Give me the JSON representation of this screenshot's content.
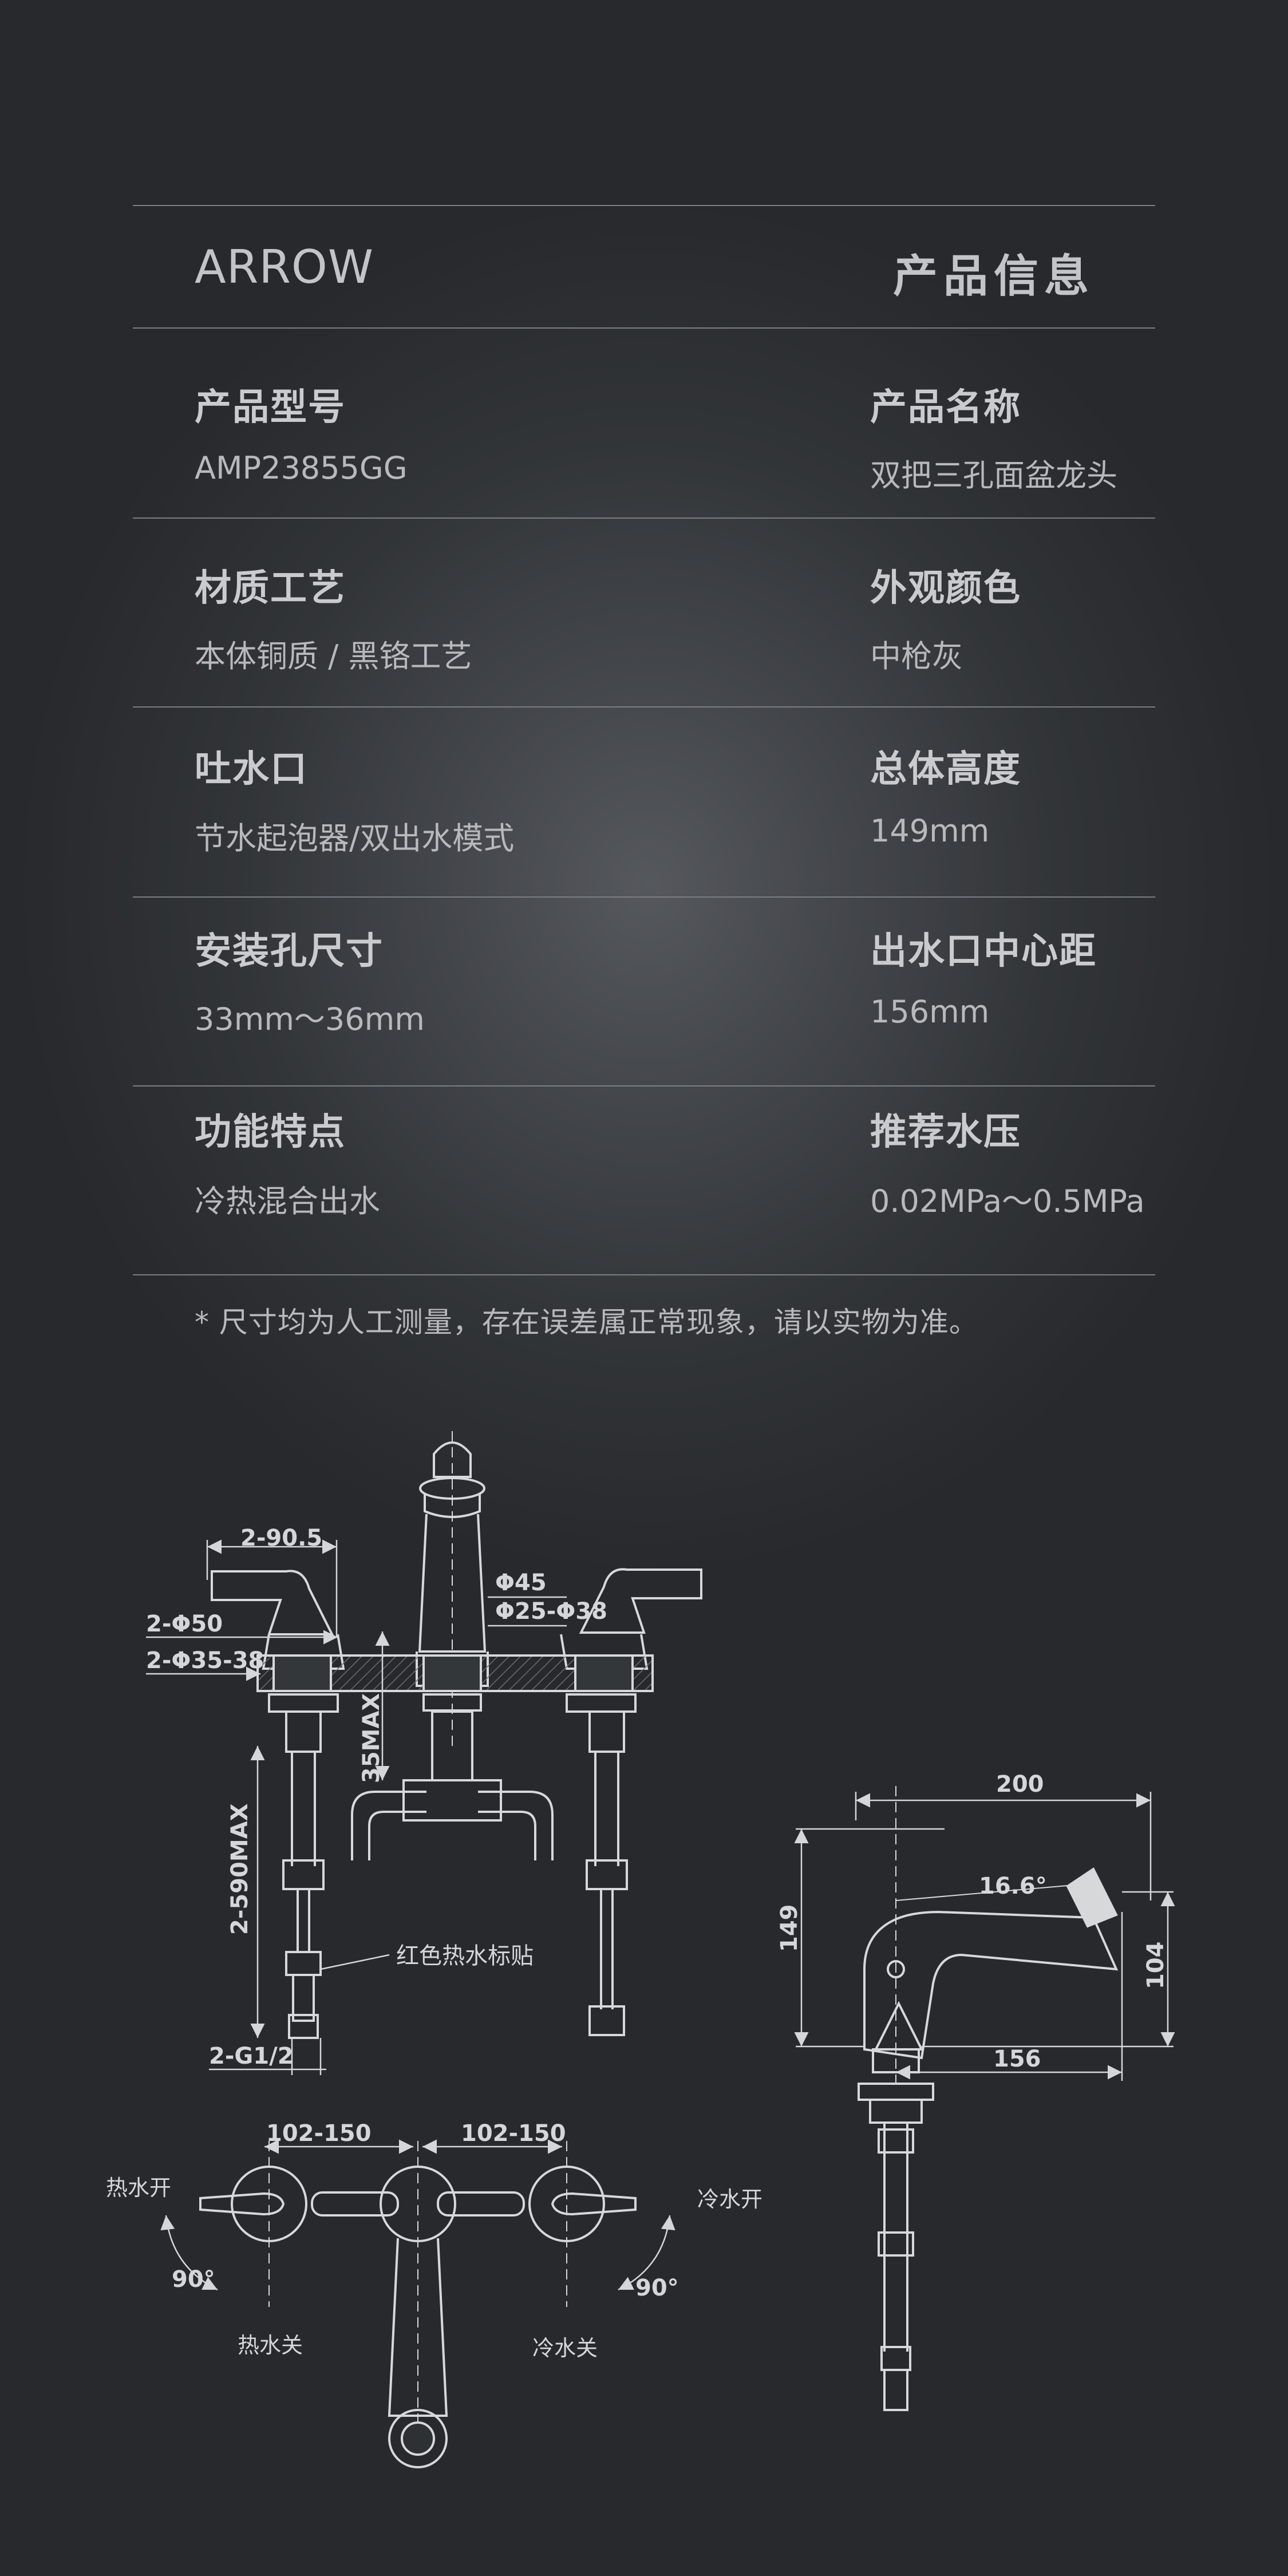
{
  "header": {
    "brand": "ARROW",
    "title": "产品信息"
  },
  "specs": [
    {
      "left_label": "产品型号",
      "left_value": "AMP23855GG",
      "right_label": "产品名称",
      "right_value": "双把三孔面盆龙头"
    },
    {
      "left_label": "材质工艺",
      "left_value": "本体铜质 / 黑铬工艺",
      "right_label": "外观颜色",
      "right_value": "中枪灰"
    },
    {
      "left_label": "吐水口",
      "left_value": "节水起泡器/双出水模式",
      "right_label": "总体高度",
      "right_value": "149mm"
    },
    {
      "left_label": "安装孔尺寸",
      "left_value": "33mm～36mm",
      "right_label": "出水口中心距",
      "right_value": "156mm"
    },
    {
      "left_label": "功能特点",
      "left_value": "冷热混合出水",
      "right_label": "推荐水压",
      "right_value": "0.02MPa～0.5MPa"
    }
  ],
  "note": "* 尺寸均为人工测量，存在误差属正常现象，请以实物为准。",
  "drawing": {
    "front": {
      "d_handle": "2-90.5",
      "d_hole": "2-Φ50",
      "d_hole_range": "2-Φ35-38",
      "d_spout_base": "Φ45",
      "d_spout_hole": "Φ25-Φ38",
      "d_deck": "35MAX",
      "d_hose": "2-590MAX",
      "d_thread": "2-G1/2",
      "red_label": "红色热水标贴"
    },
    "side": {
      "d_width": "200",
      "d_height": "149",
      "d_angle": "16.6°",
      "d_outlet_h": "104",
      "d_outlet_dist": "156"
    },
    "top": {
      "d_left": "102-150",
      "d_right": "102-150",
      "hot_on": "热水开",
      "hot_off": "热水关",
      "cold_on": "冷水开",
      "cold_off": "冷水关",
      "angle_left": "90°",
      "angle_right": "90°"
    }
  }
}
